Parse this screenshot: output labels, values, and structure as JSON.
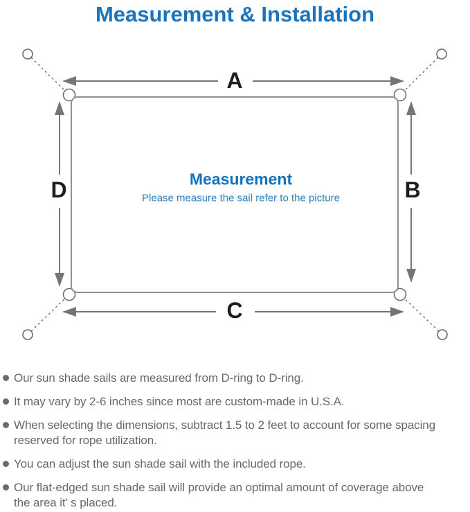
{
  "title": "Measurement & Installation",
  "diagram": {
    "label_a": "A",
    "label_b": "B",
    "label_c": "C",
    "label_d": "D",
    "center_heading": "Measurement",
    "center_caption": "Please measure the sail refer to the picture"
  },
  "notes": [
    "Our sun shade sails are measured from D-ring to D-ring.",
    "It may vary by 2-6 inches since most are custom-made in U.S.A.",
    "When selecting the dimensions, subtract 1.5 to 2 feet to account for some spacing reserved for rope utilization.",
    "You can adjust the sun shade sail with the included rope.",
    "Our flat-edged sun shade sail will provide an optimal amount of coverage above the area it’ s placed."
  ],
  "colors": {
    "title_blue": "#1b74bb",
    "heading_blue": "#1173ba",
    "caption_blue": "#2e82bb",
    "line_gray": "#757575",
    "sail_border_gray": "#909090",
    "label_black": "#1e1e1e",
    "note_gray": "#686868"
  }
}
